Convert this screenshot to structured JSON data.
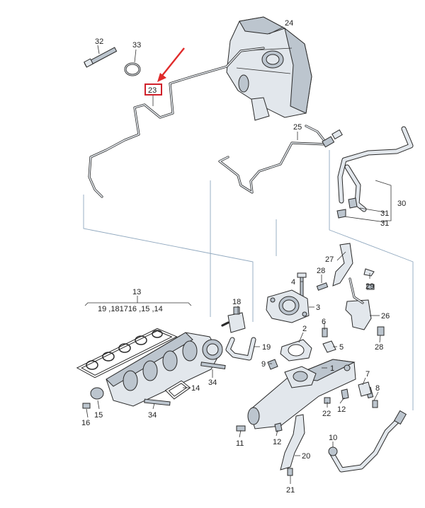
{
  "callouts": {
    "c1": "1",
    "c2": "2",
    "c3": "3",
    "c4": "4",
    "c5": "5",
    "c6": "6",
    "c7": "7",
    "c8": "8",
    "c9": "9",
    "c10": "10",
    "c11": "11",
    "c12a": "12",
    "c12b": "12",
    "c13": "13",
    "c14": "14",
    "c15": "15",
    "c16": "16",
    "c18": "18",
    "c19": "19",
    "c20": "20",
    "c21": "21",
    "c22": "22",
    "c23": "23",
    "c24": "24",
    "c25": "25",
    "c26": "26",
    "c27": "27",
    "c28a": "28",
    "c28b": "28",
    "c29": "29",
    "c30": "30",
    "c31a": "31",
    "c31b": "31",
    "c32": "32",
    "c33": "33",
    "c34a": "34",
    "c34b": "34",
    "group13": "19 ,181716 ,15 ,14"
  },
  "highlight": {
    "callout": "23",
    "box_color": "#d0202a",
    "arrow_color": "#e02b2b"
  },
  "colors": {
    "part_fill": "#e2e7ec",
    "part_dark": "#bcc5ce",
    "outline": "#2a2a2a",
    "guide_line": "#8fa7be"
  }
}
